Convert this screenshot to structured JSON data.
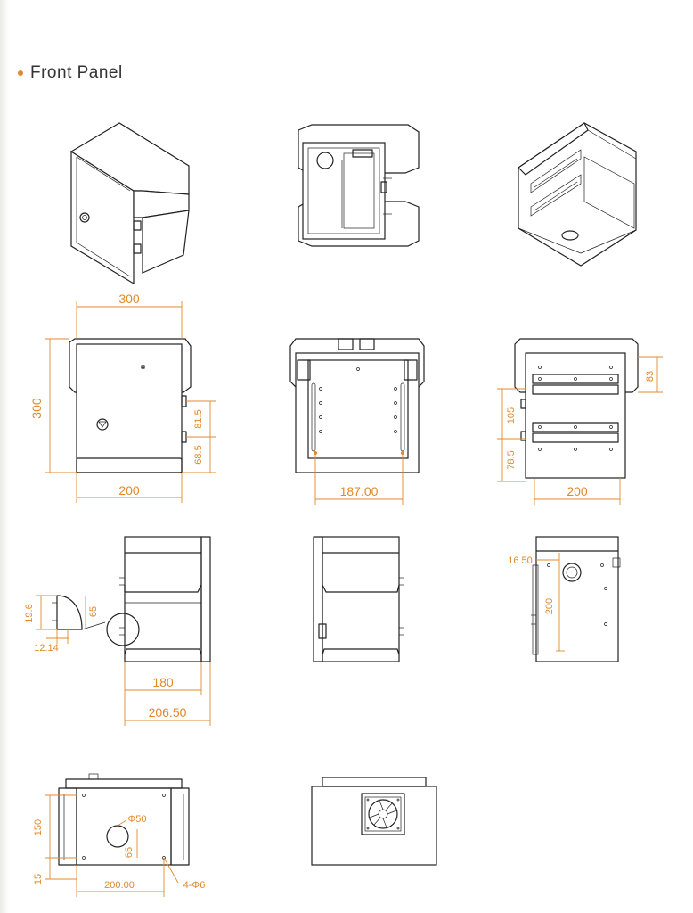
{
  "heading": {
    "title": "Front Panel"
  },
  "colors": {
    "dimension": "#e08a2c",
    "line": "#222222",
    "bullet": "#e08a2c"
  },
  "dimensions": {
    "front_width": "300",
    "front_height": "300",
    "front_base_width": "200",
    "front_hinge_upper": "81.5",
    "front_hinge_lower": "68.5",
    "back_plate_width": "187.00",
    "rear_top": "83",
    "rear_mid": "105",
    "rear_low": "78.5",
    "rear_base_width": "200",
    "side_detail_height": "19.6",
    "side_detail_65": "65",
    "side_detail_width": "12.14",
    "side_width_inner": "180",
    "side_width_total": "206.50",
    "right_offset": "16.50",
    "right_height": "200",
    "bottom_height": "150",
    "bottom_margin": "15",
    "bottom_hole_dia": "Φ50",
    "bottom_hole_offset": "65",
    "bottom_width": "200.00",
    "bottom_holes": "4-Φ6"
  }
}
